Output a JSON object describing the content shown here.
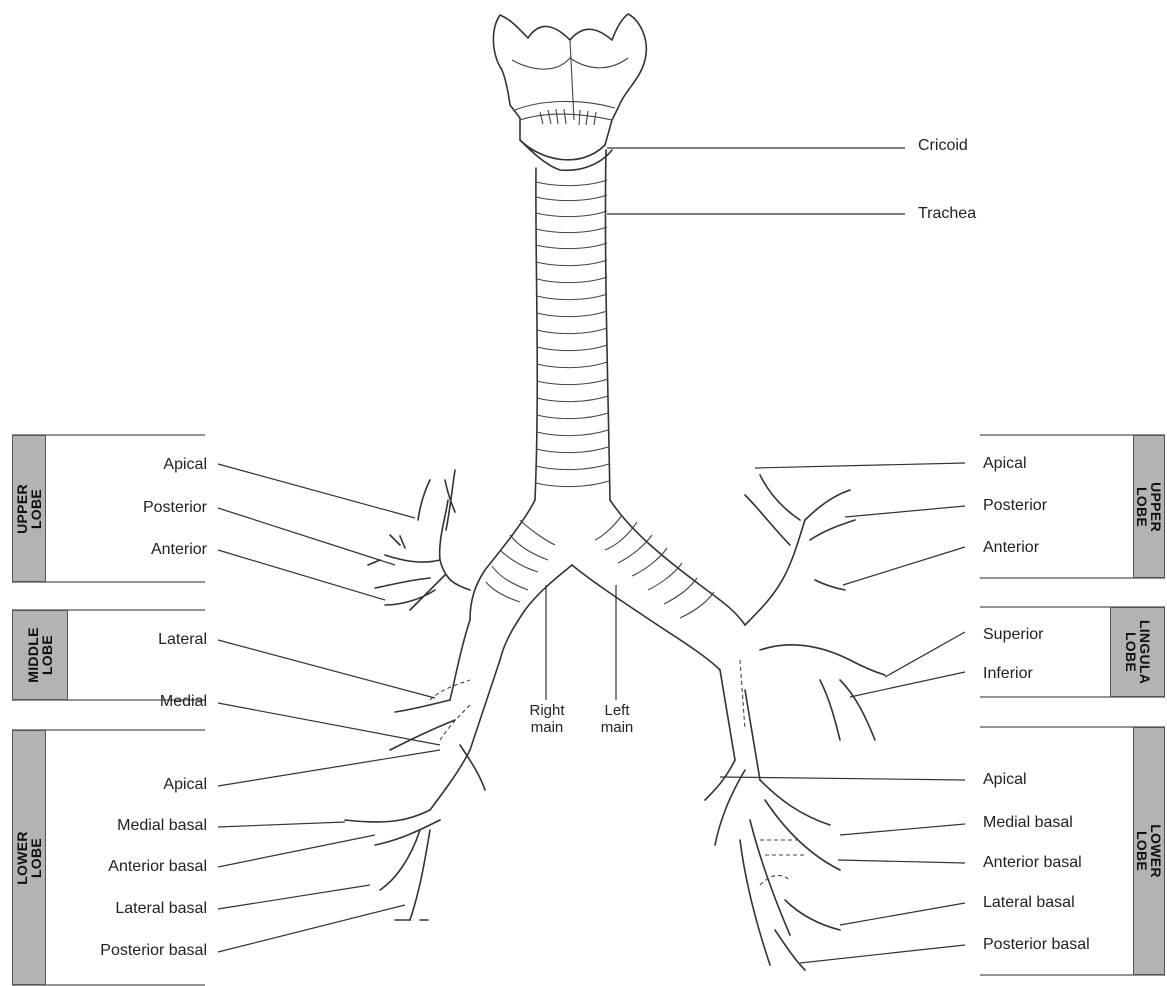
{
  "airway": {
    "cricoid": "Cricoid",
    "trachea": "Trachea",
    "right_main": "Right\nmain",
    "left_main": "Left\nmain"
  },
  "right_lung": {
    "upper_lobe": {
      "title": "UPPER LOBE",
      "segments": [
        "Apical",
        "Posterior",
        "Anterior"
      ]
    },
    "middle_lobe": {
      "title": "MIDDLE\nLOBE",
      "segments": [
        "Lateral",
        "Medial"
      ]
    },
    "lower_lobe": {
      "title": "LOWER LOBE",
      "segments": [
        "Apical",
        "Medial basal",
        "Anterior basal",
        "Lateral basal",
        "Posterior basal"
      ]
    }
  },
  "left_lung": {
    "upper_lobe": {
      "title": "UPPER LOBE",
      "segments": [
        "Apical",
        "Posterior",
        "Anterior"
      ]
    },
    "lingula_lobe": {
      "title": "LINGULA\nLOBE",
      "segments": [
        "Superior",
        "Inferior"
      ]
    },
    "lower_lobe": {
      "title": "LOWER LOBE",
      "segments": [
        "Apical",
        "Medial basal",
        "Anterior basal",
        "Lateral basal",
        "Posterior basal"
      ]
    }
  }
}
